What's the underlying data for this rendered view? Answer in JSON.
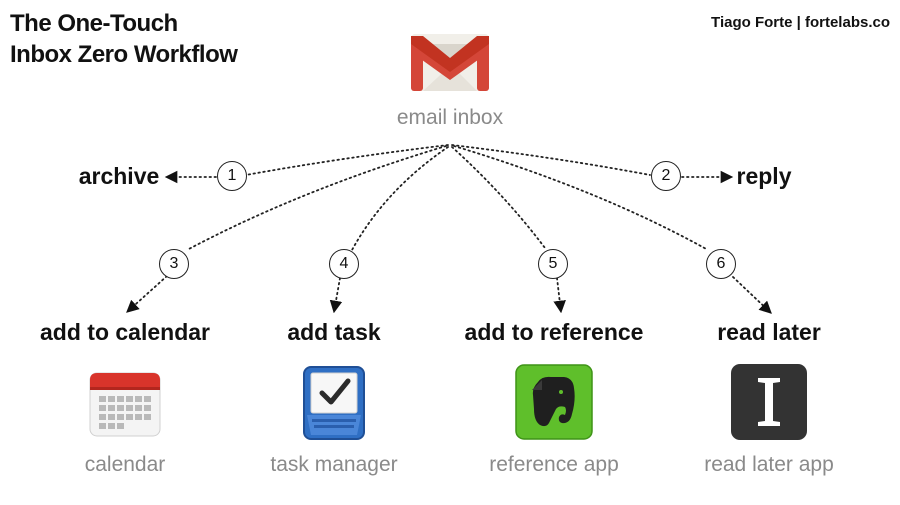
{
  "title": {
    "line1": "The One-Touch",
    "line2": "Inbox Zero Workflow"
  },
  "credit": "Tiago Forte | fortelabs.co",
  "source": {
    "label": "email inbox",
    "icon": "gmail-icon"
  },
  "top_actions": [
    {
      "number": "1",
      "label": "archive"
    },
    {
      "number": "2",
      "label": "reply"
    }
  ],
  "bottom_actions": [
    {
      "number": "3",
      "label": "add to calendar",
      "tool": "calendar",
      "icon": "calendar-icon"
    },
    {
      "number": "4",
      "label": "add task",
      "tool": "task manager",
      "icon": "task-tray-icon"
    },
    {
      "number": "5",
      "label": "add to reference",
      "tool": "reference app",
      "icon": "evernote-elephant-icon"
    },
    {
      "number": "6",
      "label": "read later",
      "tool": "read later app",
      "icon": "instapaper-icon"
    }
  ],
  "colors": {
    "gmail_red": "#d44638",
    "calendar_red": "#d9342b",
    "task_blue": "#2f6fc4",
    "evernote_green": "#5fbf2b",
    "instapaper_dark": "#333333",
    "muted_text": "#8a8a8a"
  }
}
